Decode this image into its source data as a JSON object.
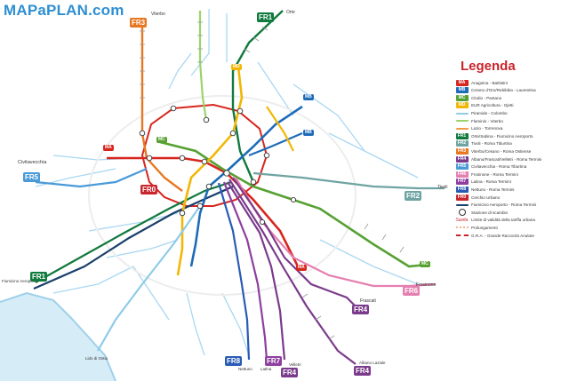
{
  "brand": {
    "logo_text": "MAPaPLAN.com"
  },
  "legend": {
    "title": "Legenda",
    "items": [
      {
        "symbol": "MA",
        "color": "#d7261e",
        "kind": "box",
        "label": "Anagnina - Battistini"
      },
      {
        "symbol": "MB",
        "color": "#1e6bb8",
        "kind": "box",
        "label": "Cerano d'Oro/Rebibbia - Laurentina"
      },
      {
        "symbol": "MC",
        "color": "#57a133",
        "kind": "box",
        "label": "Clodio - Pantano"
      },
      {
        "symbol": "MD",
        "color": "#f2b705",
        "kind": "box",
        "label": "EUR Agricoltura - Ojetti"
      },
      {
        "symbol": "",
        "color": "#8ecbe8",
        "kind": "line",
        "label": "Piramide - Colombo"
      },
      {
        "symbol": "",
        "color": "#9bd36b",
        "kind": "line",
        "label": "Flaminio - Viterbo"
      },
      {
        "symbol": "",
        "color": "#f09a45",
        "kind": "line",
        "label": "Lazio - Torrenova"
      },
      {
        "symbol": "FR1",
        "color": "#117a3d",
        "kind": "box",
        "label": "Orte/Sabina - Fiumicino Aeroporto"
      },
      {
        "symbol": "FR2",
        "color": "#6fa4a2",
        "kind": "box",
        "label": "Tivoli - Roma Tiburtina"
      },
      {
        "symbol": "FR3",
        "color": "#e87722",
        "kind": "box",
        "label": "Viterbo/Cesano - Roma Ostiense"
      },
      {
        "symbol": "FR4",
        "color": "#7b3b8c",
        "kind": "box",
        "label": "Albano/Frascati/Velletri - Roma Termini"
      },
      {
        "symbol": "FR5",
        "color": "#4a9ad8",
        "kind": "box",
        "label": "Civitavecchia - Roma Tiburtina"
      },
      {
        "symbol": "FR6",
        "color": "#e57fb0",
        "kind": "box",
        "label": "Frosinone - Roma Termini"
      },
      {
        "symbol": "FR7",
        "color": "#8e3f9f",
        "kind": "box",
        "label": "Latina - Roma Termini"
      },
      {
        "symbol": "FR8",
        "color": "#2a5bb5",
        "kind": "box",
        "label": "Nettuno - Roma Termini"
      },
      {
        "symbol": "FR0",
        "color": "#c9252c",
        "kind": "box",
        "label": "Cerchio Urbano"
      },
      {
        "symbol": "",
        "color": "#193f6b",
        "kind": "line",
        "label": "Fiumicino Aeroporto - Roma Termini"
      },
      {
        "symbol": "",
        "color": "#333333",
        "kind": "circ",
        "label": "Stazione di scambio"
      },
      {
        "symbol": "Savita",
        "color": "#c9252c",
        "kind": "italic",
        "label": "Limite di validità della tariffa urbana"
      },
      {
        "symbol": "",
        "color": "#f3b38f",
        "kind": "dotline",
        "label": "Prolungamenti"
      },
      {
        "symbol": "",
        "color": "#c9252c",
        "kind": "dash",
        "label": "G.R.A. - Grande Raccordo Anulare"
      }
    ]
  },
  "terminals": {
    "viterbo": "Viterbo",
    "orte": "Orte",
    "civitavecchia": "Civitavecchia",
    "fiumicino": "Fiumicino Aeroporto",
    "tivoli": "Tivoli",
    "frosinone": "Frosinone",
    "frascati": "Frascati",
    "albano": "Albano Laziale",
    "velletri": "Velletri",
    "latina": "Latina",
    "nettuno": "Nettuno",
    "ostia": "Lido di Ostia"
  },
  "badges": [
    {
      "id": "fr3-top",
      "text": "FR3",
      "color": "#e87722"
    },
    {
      "id": "fr1-top",
      "text": "FR1",
      "color": "#117a3d"
    },
    {
      "id": "fr5",
      "text": "FR5",
      "color": "#4a9ad8"
    },
    {
      "id": "fr0",
      "text": "FR0",
      "color": "#c9252c"
    },
    {
      "id": "fr2",
      "text": "FR2",
      "color": "#6fa4a2"
    },
    {
      "id": "fr1-bot",
      "text": "FR1",
      "color": "#117a3d"
    },
    {
      "id": "fr6",
      "text": "FR6",
      "color": "#e57fb0"
    },
    {
      "id": "fr4-a",
      "text": "FR4",
      "color": "#7b3b8c"
    },
    {
      "id": "fr4-b",
      "text": "FR4",
      "color": "#7b3b8c"
    },
    {
      "id": "fr4-c",
      "text": "FR4",
      "color": "#7b3b8c"
    },
    {
      "id": "fr8",
      "text": "FR8",
      "color": "#2a5bb5"
    },
    {
      "id": "fr7",
      "text": "FR7",
      "color": "#8e3f9f"
    }
  ],
  "metro_badges": [
    {
      "id": "ma-left",
      "text": "MA",
      "color": "#d7261e"
    },
    {
      "id": "mc-left",
      "text": "MC",
      "color": "#57a133"
    },
    {
      "id": "mb-right",
      "text": "MB",
      "color": "#1e6bb8"
    },
    {
      "id": "mb-top",
      "text": "MB",
      "color": "#1e6bb8"
    },
    {
      "id": "mc-right",
      "text": "MC",
      "color": "#57a133"
    },
    {
      "id": "ma-bottom",
      "text": "MA",
      "color": "#d7261e"
    },
    {
      "id": "md-top",
      "text": "MD",
      "color": "#f2b705"
    }
  ]
}
